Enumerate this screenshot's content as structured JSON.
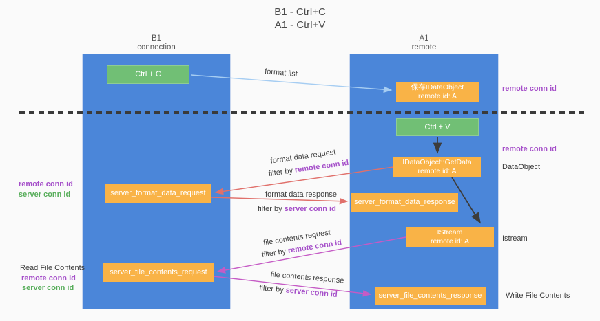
{
  "title": {
    "line1": "B1 - Ctrl+C",
    "line2": "A1 - Ctrl+V"
  },
  "lifelines": {
    "b1": {
      "name": "B1",
      "role": "connection"
    },
    "a1": {
      "name": "A1",
      "role": "remote"
    }
  },
  "boxes": {
    "ctrl_c": {
      "label": "Ctrl + C"
    },
    "save_idataobject": {
      "line1": "保存IDataObject",
      "line2": "remote id: A"
    },
    "ctrl_v": {
      "label": "Ctrl + V"
    },
    "getdata": {
      "line1": "IDataObject::GetData",
      "line2": "remote id: A"
    },
    "server_format_data_request": {
      "label": "server_format_data_request"
    },
    "server_format_data_response": {
      "label": "server_format_data_response"
    },
    "istream": {
      "line1": "IStream",
      "line2": "remote id: A"
    },
    "server_file_contents_request": {
      "label": "server_file_contents_request"
    },
    "server_file_contents_response": {
      "label": "server_file_contents_response"
    }
  },
  "edges": {
    "format_list": {
      "label": "format list"
    },
    "format_data_request": {
      "label": "format data request",
      "filter_prefix": "filter by",
      "filter_value": "remote conn id"
    },
    "format_data_response": {
      "label": "format data response",
      "filter_prefix": "filter by",
      "filter_value": "server conn id"
    },
    "file_contents_request": {
      "label": "file contents request",
      "filter_prefix": "filter by",
      "filter_value": "remote conn id"
    },
    "file_contents_response": {
      "label": "file contents response",
      "filter_prefix": "filter by",
      "filter_value": "server conn id"
    }
  },
  "side_labels": {
    "right_remote_conn_id_1": "remote conn id",
    "right_remote_conn_id_2": "remote conn id",
    "dataobject": "DataObject",
    "istream": "Istream",
    "write_file_contents": "Write File Contents",
    "left_remote_conn_id_1": "remote conn id",
    "left_server_conn_id_1": "server conn id",
    "read_file_contents": "Read File Contents",
    "left_remote_conn_id_2": "remote conn id",
    "left_server_conn_id_2": "server conn id"
  },
  "colors": {
    "background": "#fafafa",
    "lifeline_blue": "#4b86d9",
    "green_box": "#71bf75",
    "orange_box": "#f9b347",
    "purple_text": "#a54fc9",
    "green_text": "#57ad5a",
    "arrow_light_blue": "#a6cdf2",
    "arrow_red": "#e0706b",
    "arrow_magenta": "#c55bc5",
    "arrow_black": "#3c3c3c",
    "divider_black": "#3a3a3a"
  }
}
